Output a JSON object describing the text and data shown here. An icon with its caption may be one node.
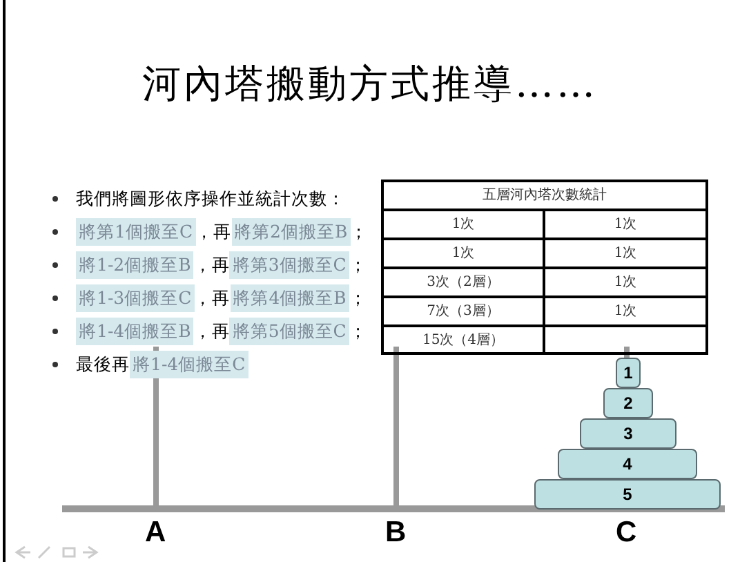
{
  "diagram": {
    "title": "河內塔搬動方式推導……",
    "nodes": [
      {
        "text": [
          "1"
        ]
      },
      {
        "text": [
          "2"
        ]
      },
      {
        "text": [
          "3"
        ]
      },
      {
        "text": [
          "4"
        ]
      },
      {
        "text": [
          "5"
        ]
      }
    ],
    "labels": [
      "我們將圖形依序操作並統計次數：",
      "將第1個搬至C",
      "，再",
      "將第2個搬至B",
      "；",
      "將1-2個搬至B",
      "，再",
      "將第3個搬至C",
      "；",
      "將1-3個搬至C",
      "，再",
      "將第4個搬至B",
      "；",
      "將1-4個搬至B",
      "，再",
      "將第5個搬至C",
      "；",
      "最後再",
      "將1-4個搬至C",
      "五層河內塔次數統計",
      "1次",
      "1次",
      "1次",
      "1次",
      "3次（2層）",
      "1次",
      "7次（3層）",
      "1次",
      "15次（4層）",
      "A",
      "B",
      "C"
    ]
  }
}
